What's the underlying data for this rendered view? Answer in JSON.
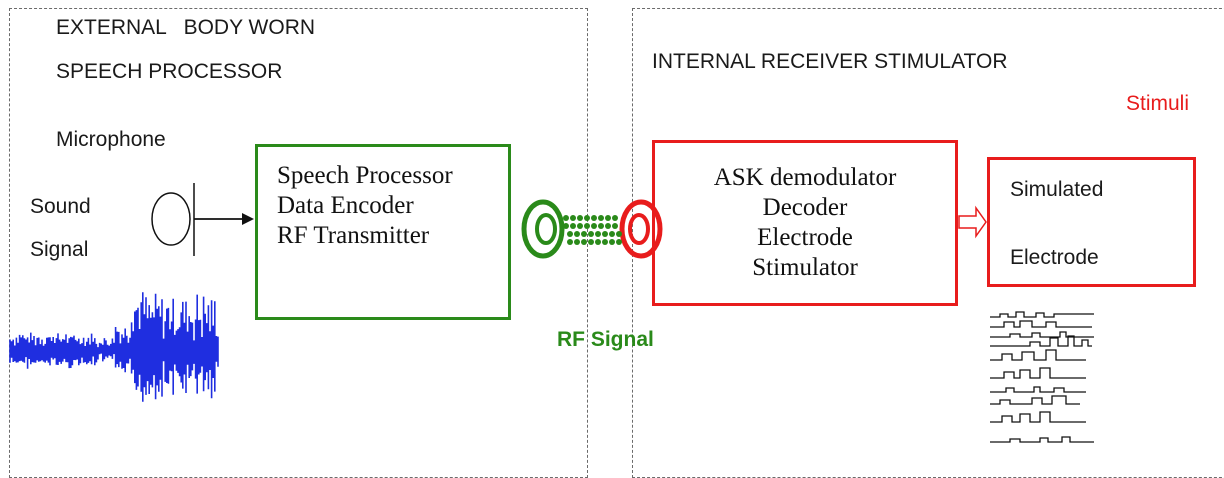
{
  "external": {
    "title_line1": "EXTERNAL   BODY WORN",
    "title_line2": "SPEECH PROCESSOR",
    "microphone_label": "Microphone",
    "sound_label_line1": "Sound",
    "sound_label_line2": "Signal",
    "processor_block": {
      "line1": "Speech Processor",
      "line2": "Data Encoder",
      "line3": "RF Transmitter"
    }
  },
  "link": {
    "rf_label": "RF Signal"
  },
  "internal": {
    "title": "INTERNAL RECEIVER STIMULATOR",
    "stimuli_label": "Stimuli",
    "receiver_block": {
      "line1": "ASK demodulator",
      "line2": "Decoder",
      "line3": "Electrode",
      "line4": "Stimulator"
    },
    "electrode_block": {
      "line1": "Simulated",
      "line2": "Electrode"
    }
  },
  "colors": {
    "green": "#2a8a1a",
    "red": "#e81c1c",
    "wave_blue": "#1f2ee0",
    "dashed_border": "#6b6b6b"
  }
}
